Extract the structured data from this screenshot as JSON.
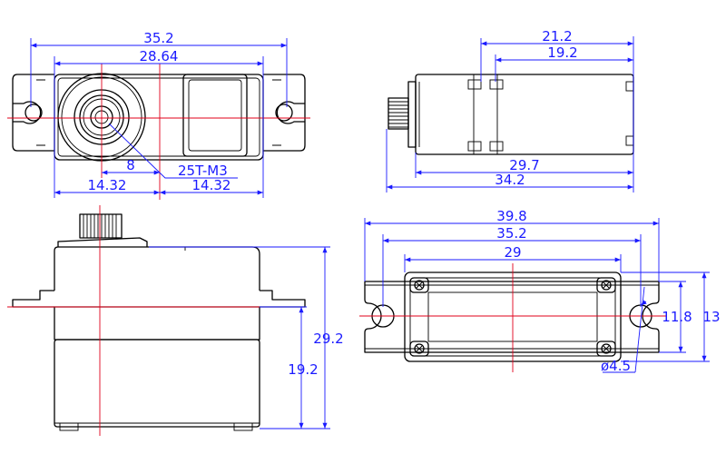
{
  "colors": {
    "outline": "#000000",
    "dimension": "#1a1aff",
    "centerline": "#e0001a",
    "background": "#ffffff"
  },
  "front_view": {
    "overall_length": "35.2",
    "hole_pitch": "28.64",
    "spline_offset": "8",
    "spline_callout": "25T-M3",
    "left_half": "14.32",
    "right_half": "14.32"
  },
  "side_view_top": {
    "length_21": "21.2",
    "length_19": "19.2",
    "length_29": "29.7",
    "length_34": "34.2"
  },
  "side_view_bottom": {
    "total_height": "29.2",
    "mount_height": "19.2"
  },
  "bottom_view": {
    "overall_length": "39.8",
    "hole_pitch": "35.2",
    "case_length": "29",
    "ear_width": "11.8",
    "case_width": "13",
    "hole_diameter": "ø4.5"
  }
}
